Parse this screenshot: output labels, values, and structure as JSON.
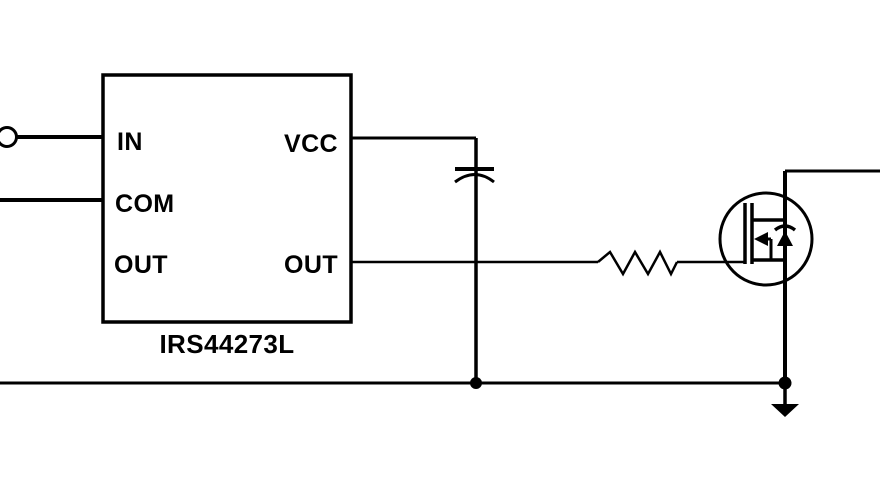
{
  "colors": {
    "line": "#000000",
    "background": "#ffffff"
  },
  "ic": {
    "part_number": "IRS44273L",
    "pins_left": [
      "IN",
      "COM",
      "OUT"
    ],
    "pins_right": [
      "VCC",
      "OUT"
    ]
  },
  "components": {
    "input_terminal": "input-terminal",
    "capacitor": "vcc-bypass-capacitor",
    "resistor": "gate-resistor",
    "transistor": "n-channel-mosfet-with-body-diode",
    "ground": "signal-ground",
    "junctions": "solder-junction-dots"
  }
}
